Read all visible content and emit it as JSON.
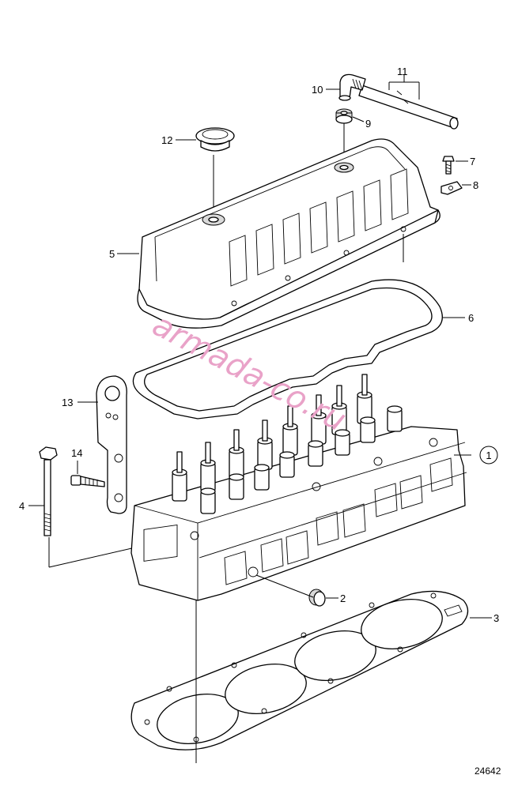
{
  "diagram": {
    "callouts": [
      {
        "id": "c1",
        "label": "1",
        "part": "cylinder-head",
        "circled": true
      },
      {
        "id": "c2",
        "label": "2",
        "part": "plug"
      },
      {
        "id": "c3",
        "label": "3",
        "part": "head-gasket"
      },
      {
        "id": "c4",
        "label": "4",
        "part": "head-bolt"
      },
      {
        "id": "c5",
        "label": "5",
        "part": "valve-cover"
      },
      {
        "id": "c6",
        "label": "6",
        "part": "valve-cover-gasket"
      },
      {
        "id": "c7",
        "label": "7",
        "part": "screw"
      },
      {
        "id": "c8",
        "label": "8",
        "part": "clip"
      },
      {
        "id": "c9",
        "label": "9",
        "part": "grommet"
      },
      {
        "id": "c10",
        "label": "10",
        "part": "elbow-nipple"
      },
      {
        "id": "c11",
        "label": "11",
        "part": "hose"
      },
      {
        "id": "c12",
        "label": "12",
        "part": "oil-filler-cap"
      },
      {
        "id": "c13",
        "label": "13",
        "part": "lifting-eye"
      },
      {
        "id": "c14",
        "label": "14",
        "part": "flange-screw"
      }
    ],
    "reference_number": "24642",
    "watermark": "armada-co.ru"
  }
}
